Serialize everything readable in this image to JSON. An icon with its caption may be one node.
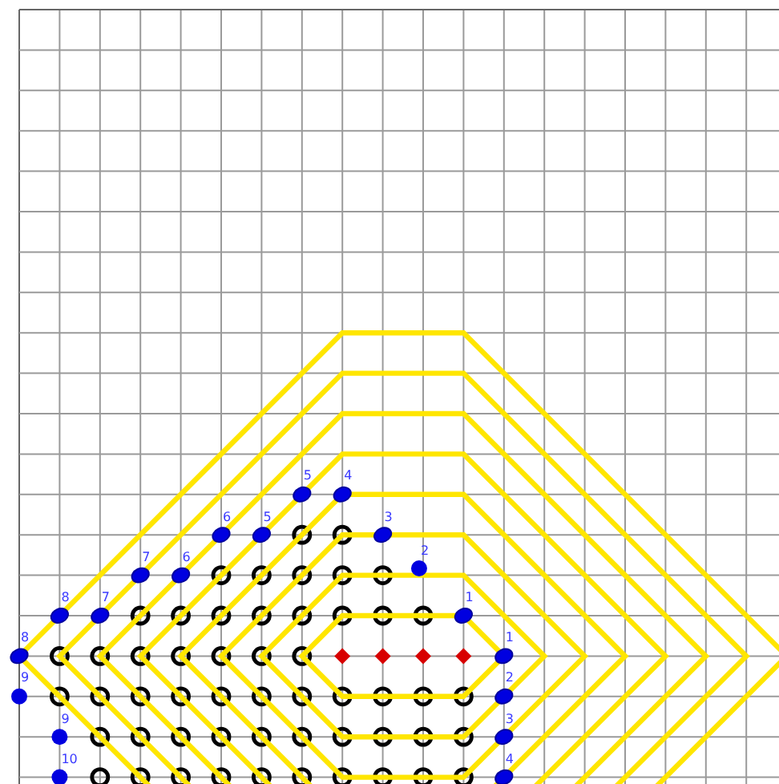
{
  "diagram": {
    "labels": [
      "5",
      "4",
      "6",
      "5",
      "3",
      "7",
      "6",
      "2",
      "8",
      "7",
      "1",
      "8",
      "1",
      "9",
      "2",
      "9",
      "3",
      "10",
      "4"
    ]
  }
}
